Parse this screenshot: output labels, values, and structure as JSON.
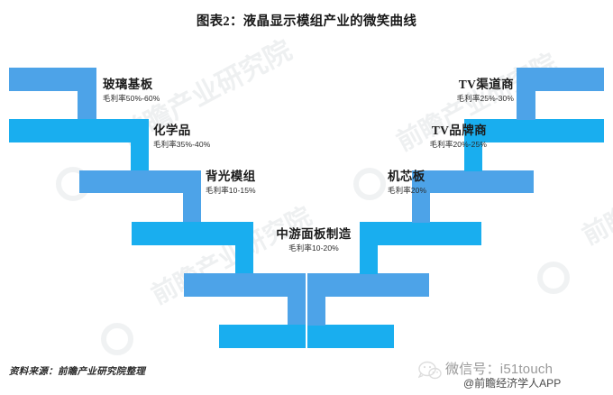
{
  "chart": {
    "title": "图表2：液晶显示模组产业的微笑曲线",
    "source": "资料来源：前瞻产业研究院整理"
  },
  "footer": {
    "wechat": "微信号：i51touch",
    "app": "@前瞻经济学人APP",
    "logo_icon": "wechat-logo-icon"
  },
  "watermarks": {
    "text": "前瞻产业研究院",
    "logo_icon": "qianzhan-logo-icon"
  },
  "colors": {
    "bar_light": "#4da3e8",
    "bar_bright": "#19aeef",
    "title_text": "#1a1a1a",
    "background": "#ffffff"
  },
  "chart_data": {
    "type": "bar",
    "title": "图表2：液晶显示模组产业的微笑曲线",
    "xlabel": "",
    "ylabel": "毛利率",
    "categories": [
      "玻璃基板",
      "化学品",
      "背光模组",
      "中游面板制造",
      "机芯板",
      "TV品牌商",
      "TV渠道商"
    ],
    "values": [
      55,
      37.5,
      12.5,
      15,
      20,
      22.5,
      27.5
    ],
    "value_labels": [
      "毛利率50%-60%",
      "毛利率35%-40%",
      "毛利率10-15%",
      "毛利率10-20%",
      "毛利率20%",
      "毛利率20%-25%",
      "毛利率25%-30%"
    ],
    "ylim": [
      0,
      60
    ],
    "grid": false,
    "legend": false
  },
  "labels": [
    {
      "name": "玻璃基板",
      "sub": "毛利率50%-60%"
    },
    {
      "name": "化学品",
      "sub": "毛利率35%-40%"
    },
    {
      "name": "背光模组",
      "sub": "毛利率10-15%"
    },
    {
      "name": "中游面板制造",
      "sub": "毛利率10-20%"
    },
    {
      "name": "机芯板",
      "sub": "毛利率20%"
    },
    {
      "name": "TV品牌商",
      "sub": "毛利率20%-25%"
    },
    {
      "name": "TV渠道商",
      "sub": "毛利率25%-30%"
    }
  ]
}
